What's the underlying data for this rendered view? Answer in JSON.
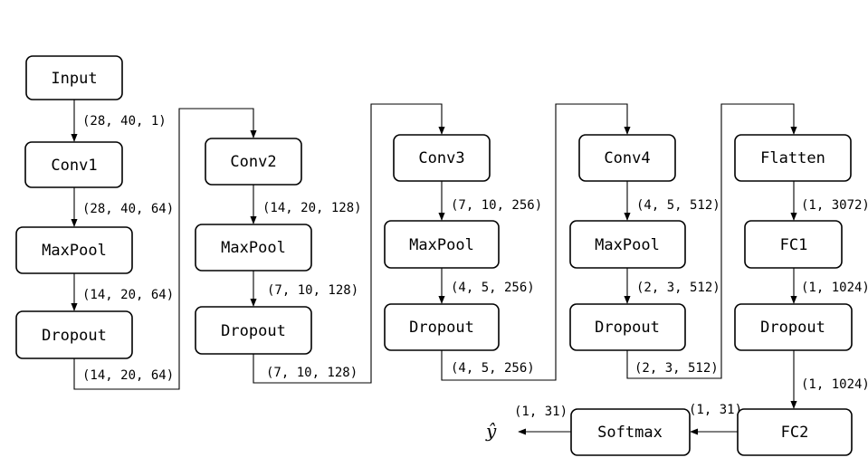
{
  "nodes": {
    "input": "Input",
    "conv1": "Conv1",
    "maxpool1": "MaxPool",
    "dropout1": "Dropout",
    "conv2": "Conv2",
    "maxpool2": "MaxPool",
    "dropout2": "Dropout",
    "conv3": "Conv3",
    "maxpool3": "MaxPool",
    "dropout3": "Dropout",
    "conv4": "Conv4",
    "maxpool4": "MaxPool",
    "dropout4": "Dropout",
    "flatten": "Flatten",
    "fc1": "FC1",
    "dropout5": "Dropout",
    "fc2": "FC2",
    "softmax": "Softmax"
  },
  "edges": {
    "input_conv1": "(28, 40, 1)",
    "conv1_maxpool1": "(28, 40, 64)",
    "maxpool1_dropout1": "(14, 20, 64)",
    "dropout1_conv2": "(14, 20, 64)",
    "conv2_maxpool2": "(14, 20, 128)",
    "maxpool2_dropout2": "(7, 10, 128)",
    "dropout2_conv3": "(7, 10, 128)",
    "conv3_maxpool3": "(7, 10, 256)",
    "maxpool3_dropout3": "(4, 5, 256)",
    "dropout3_conv4": "(4, 5, 256)",
    "conv4_maxpool4": "(4, 5, 512)",
    "maxpool4_dropout4": "(2, 3, 512)",
    "dropout4_flatten": "(2, 3, 512)",
    "flatten_fc1": "(1, 3072)",
    "fc1_dropout5": "(1, 1024)",
    "dropout5_fc2": "(1, 1024)",
    "fc2_softmax": "(1, 31)",
    "softmax_output": "(1, 31)"
  },
  "output_symbol": "ŷ"
}
